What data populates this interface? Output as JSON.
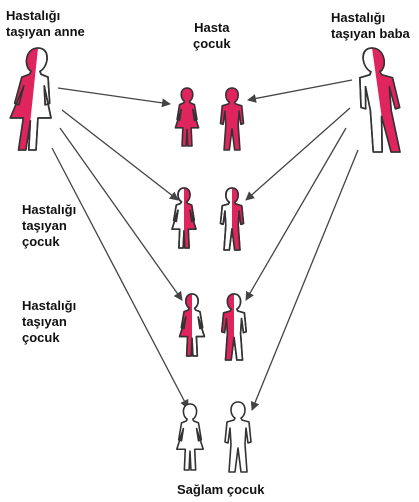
{
  "labels": {
    "carrier_mother": [
      "Hastalığı",
      "taşıyan anne"
    ],
    "sick_child": [
      "Hasta",
      "çocuk"
    ],
    "carrier_father": [
      "Hastalığı",
      "taşıyan baba"
    ],
    "carrier_child_1": [
      "Hastalığı",
      "taşıyan",
      "çocuk"
    ],
    "carrier_child_2": [
      "Hastalığı",
      "taşıyan",
      "çocuk"
    ],
    "healthy_child": "Sağlam çocuk"
  },
  "colors": {
    "affected": "#e0245e",
    "outline": "#333333",
    "arrow": "#444444",
    "background": "#ffffff"
  }
}
